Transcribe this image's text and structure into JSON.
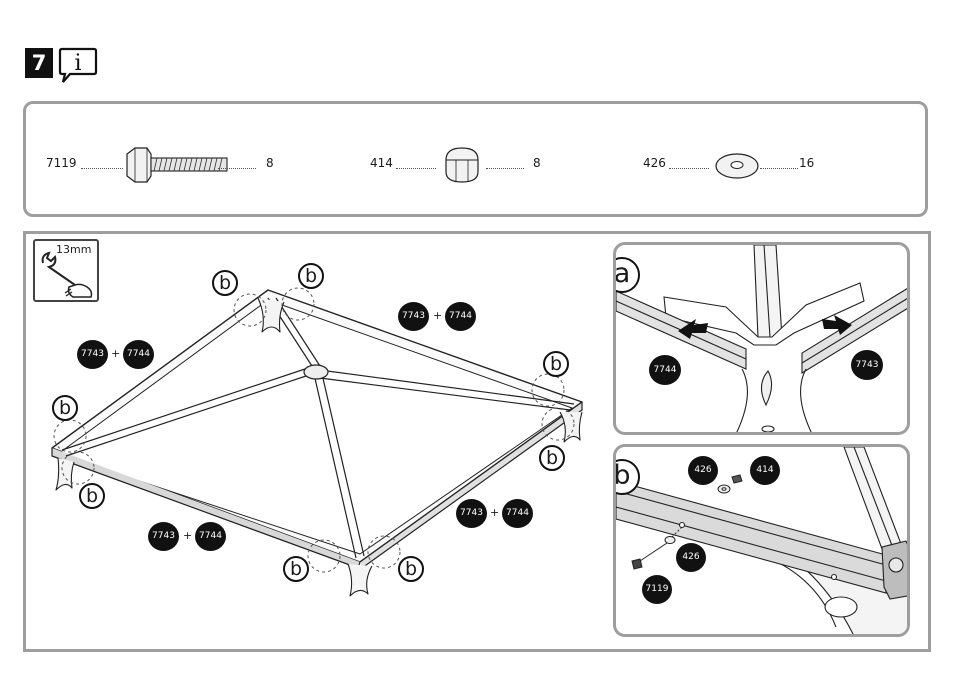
{
  "step": {
    "number": "7"
  },
  "info": {
    "icon": "info-bubble-icon",
    "glyph": "i"
  },
  "parts": [
    {
      "code": "7119",
      "qty": "8",
      "icon": "bolt-icon"
    },
    {
      "code": "414",
      "qty": "8",
      "icon": "cap-nut-icon"
    },
    {
      "code": "426",
      "qty": "16",
      "icon": "washer-icon"
    }
  ],
  "tool": {
    "label": "13mm",
    "icon": "wrench-hand-icon"
  },
  "beam_labels": [
    {
      "a": "7743",
      "plus": "+",
      "b": "7744"
    },
    {
      "a": "7743",
      "plus": "+",
      "b": "7744"
    },
    {
      "a": "7743",
      "plus": "+",
      "b": "7744"
    },
    {
      "a": "7743",
      "plus": "+",
      "b": "7744"
    }
  ],
  "callout_b": "b",
  "detail_a": {
    "letter": "a",
    "left_part": "7744",
    "right_part": "7743"
  },
  "detail_b": {
    "letter": "b",
    "washer_top": "426",
    "nut": "414",
    "washer_bottom": "426",
    "bolt": "7119"
  }
}
